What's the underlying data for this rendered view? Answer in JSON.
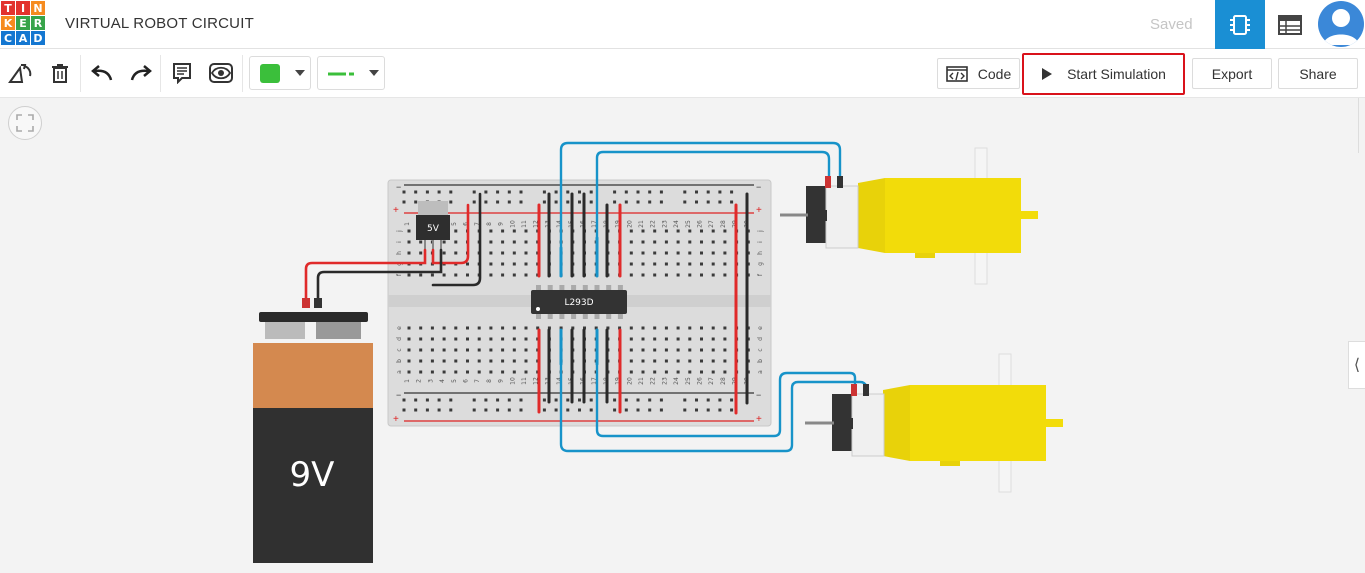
{
  "header": {
    "logo_letters": [
      "T",
      "I",
      "N",
      "K",
      "E",
      "R",
      "C",
      "A",
      "D"
    ],
    "logo_colors": [
      "#e2332e",
      "#e2332e",
      "#f68b1f",
      "#f68b1f",
      "#37a44a",
      "#37a44a",
      "#1477d1",
      "#1477d1",
      "#1477d1"
    ],
    "title": "VIRTUAL ROBOT CIRCUIT",
    "status": "Saved"
  },
  "toolbar": {
    "code_label": "Code",
    "start_sim_label": "Start Simulation",
    "export_label": "Export",
    "share_label": "Share",
    "color_swatch": "#3bbf3b",
    "wire_color": "#3bbf3b"
  },
  "circuit": {
    "battery_label": "9V",
    "regulator_label": "5V",
    "chip_label": "L293D",
    "breadboard_row_letters_top": [
      "j",
      "i",
      "h",
      "g",
      "f"
    ],
    "breadboard_row_letters_bottom": [
      "e",
      "d",
      "c",
      "b",
      "a"
    ],
    "column_numbers": [
      "1",
      "2",
      "3",
      "4",
      "5",
      "6",
      "7",
      "8",
      "9",
      "10",
      "11",
      "12",
      "13",
      "14",
      "15",
      "16",
      "17",
      "18",
      "19",
      "20",
      "21",
      "22",
      "23",
      "24",
      "25",
      "26",
      "27",
      "28",
      "29",
      "30"
    ]
  },
  "colors": {
    "accent_blue": "#1a8fd4",
    "highlight_red": "#d9121b",
    "wire_red": "#e02a2a",
    "wire_black": "#2a2a2a",
    "wire_blue": "#1793c9",
    "motor_yellow": "#f2dc0a"
  }
}
